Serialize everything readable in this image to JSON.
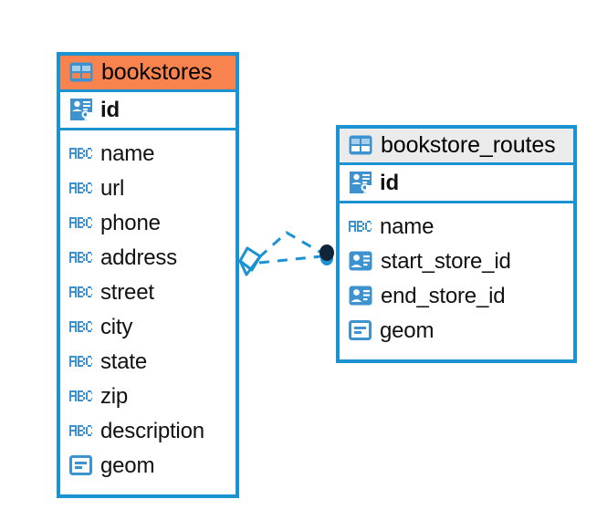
{
  "diagram": {
    "title": "bookstores / bookstore_routes entity relationship diagram",
    "colors": {
      "accent_blue": "#1b92d1",
      "header_orange": "#f9834f",
      "header_grey": "#ebebeb",
      "icon_blue": "#3d92d0",
      "icon_light_blue": "#8cc4e8",
      "endpoint_dark": "#10243a",
      "text": "#111111"
    },
    "entities": [
      {
        "name": "bookstores",
        "header_style": "orange",
        "table_icon": "table-icon",
        "primary_key": {
          "label": "id",
          "icon": "primary-key-icon"
        },
        "fields": [
          {
            "label": "name",
            "icon": "abc-text-icon"
          },
          {
            "label": "url",
            "icon": "abc-text-icon"
          },
          {
            "label": "phone",
            "icon": "abc-text-icon"
          },
          {
            "label": "address",
            "icon": "abc-text-icon"
          },
          {
            "label": "street",
            "icon": "abc-text-icon"
          },
          {
            "label": "city",
            "icon": "abc-text-icon"
          },
          {
            "label": "state",
            "icon": "abc-text-icon"
          },
          {
            "label": "zip",
            "icon": "abc-text-icon"
          },
          {
            "label": "description",
            "icon": "abc-text-icon"
          },
          {
            "label": "geom",
            "icon": "geometry-icon"
          }
        ]
      },
      {
        "name": "bookstore_routes",
        "header_style": "grey",
        "table_icon": "table-icon",
        "primary_key": {
          "label": "id",
          "icon": "primary-key-icon"
        },
        "fields": [
          {
            "label": "name",
            "icon": "abc-text-icon"
          },
          {
            "label": "start_store_id",
            "icon": "foreign-key-icon"
          },
          {
            "label": "end_store_id",
            "icon": "foreign-key-icon"
          },
          {
            "label": "geom",
            "icon": "geometry-icon"
          }
        ]
      }
    ],
    "relationship": {
      "source_entity": "bookstores",
      "target_entity": "bookstore_routes",
      "source_endpoint": "diamond-endpoint-icon",
      "target_endpoint": "filled-circle-endpoint-icon",
      "line_style": "dashed",
      "connector_count": 2
    }
  }
}
